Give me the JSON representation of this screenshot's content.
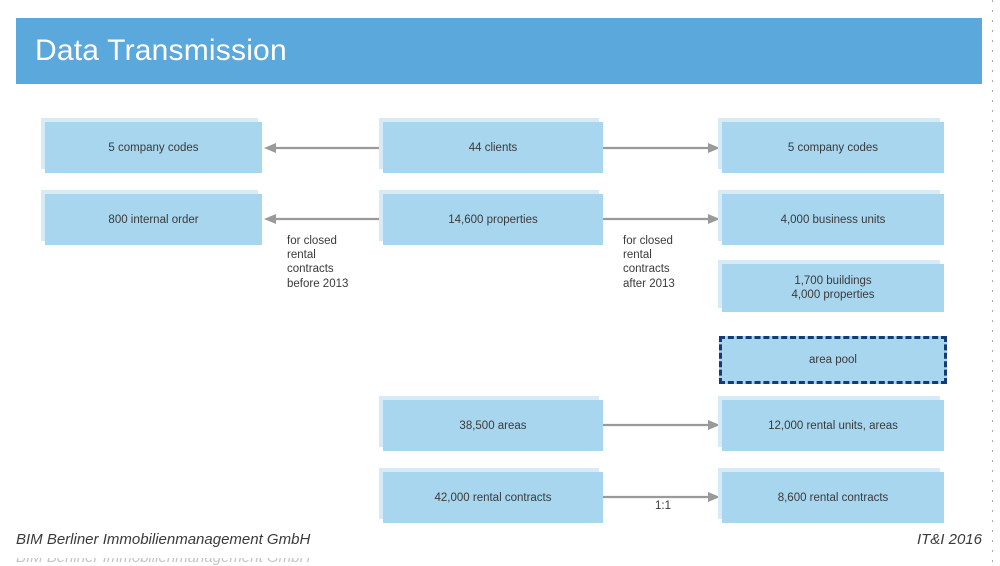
{
  "header": {
    "title": "Data Transmission",
    "banner_color": "#5aa8dc"
  },
  "theme": {
    "box_fill": "#a8d6ee",
    "box_shadow": "#d5ebf8",
    "dashed_border": "#163a78",
    "arrow_color": "#9a9a9a",
    "text_color": "#3a3a3a"
  },
  "diagram": {
    "boxes": [
      {
        "id": "left-company-codes",
        "label": "5 company codes"
      },
      {
        "id": "middle-clients",
        "label": "44 clients"
      },
      {
        "id": "right-company-codes",
        "label": "5 company codes"
      },
      {
        "id": "left-internal-order",
        "label": "800 internal order"
      },
      {
        "id": "middle-properties",
        "label": "14,600 properties"
      },
      {
        "id": "right-business-units",
        "label": "4,000 business units"
      },
      {
        "id": "right-buildings",
        "label": "1,700 buildings\n4,000 properties"
      },
      {
        "id": "right-area-pool",
        "label": "area pool"
      },
      {
        "id": "middle-areas",
        "label": "38,500 areas"
      },
      {
        "id": "right-rental-units",
        "label": "12,000 rental units, areas"
      },
      {
        "id": "middle-rental-contracts",
        "label": "42,000 rental contracts"
      },
      {
        "id": "right-rental-contracts",
        "label": "8,600 rental contracts"
      }
    ],
    "notes": [
      {
        "id": "note-before-2013",
        "text": "for closed\nrental\ncontracts\nbefore 2013"
      },
      {
        "id": "note-after-2013",
        "text": "for closed\nrental\ncontracts\nafter 2013"
      }
    ],
    "labels": [
      {
        "id": "ratio-one-to-one",
        "text": "1:1"
      }
    ]
  },
  "footer": {
    "left": "BIM Berliner Immobilienmanagement GmbH",
    "right": "IT&I 2016"
  }
}
